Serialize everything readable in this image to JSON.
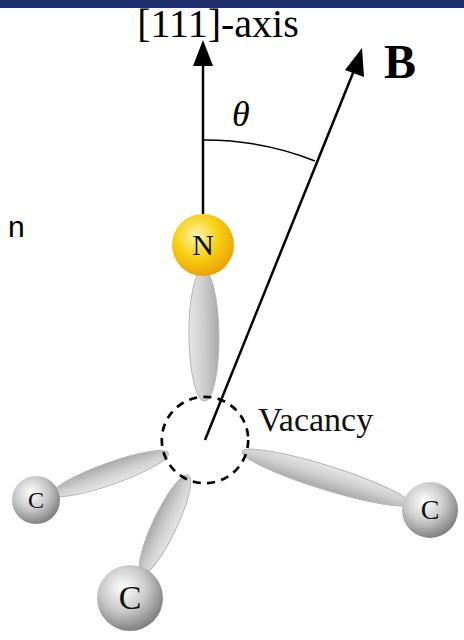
{
  "diagram": {
    "nodes": [
      {
        "text": [
          "N"
        ]
      },
      {
        "text": [
          "Vacancy"
        ]
      },
      {
        "text": [
          "C"
        ]
      },
      {
        "text": [
          "C"
        ]
      },
      {
        "text": [
          "C"
        ]
      }
    ],
    "edges": [
      {
        "from": 1,
        "to": 0,
        "arrow": "none"
      },
      {
        "from": 1,
        "to": 2,
        "arrow": "none"
      },
      {
        "from": 1,
        "to": 3,
        "arrow": "none"
      },
      {
        "from": 1,
        "to": 4,
        "arrow": "none"
      }
    ],
    "labels": [
      "[111]-axis",
      "B",
      "θ",
      "n"
    ]
  }
}
